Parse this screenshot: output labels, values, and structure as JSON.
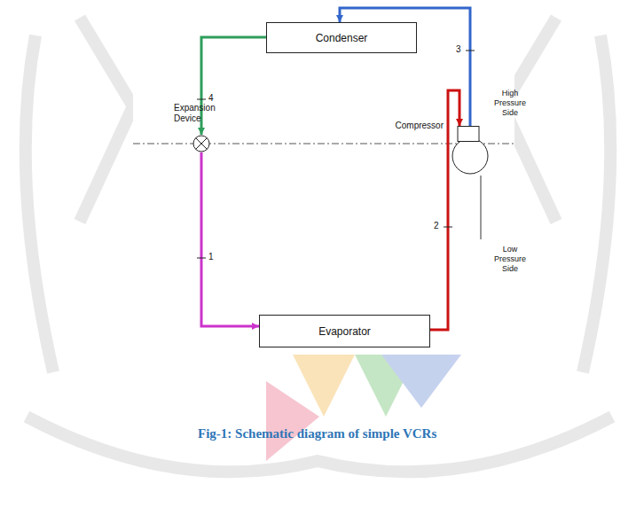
{
  "diagram": {
    "caption": "Fig-1: Schematic diagram of simple VCRs",
    "nodes": [
      {
        "text": [
          "Condenser"
        ]
      },
      {
        "text": [
          "Expansion Device"
        ]
      },
      {
        "text": [
          "Compressor"
        ]
      },
      {
        "text": [
          "Evaporator"
        ]
      }
    ],
    "edges": [
      {
        "from": 0,
        "to": 1,
        "arrow": "to",
        "label": "4"
      },
      {
        "from": 1,
        "to": 3,
        "arrow": "to",
        "label": "1"
      },
      {
        "from": 3,
        "to": 2,
        "arrow": "to",
        "label": "2"
      },
      {
        "from": 2,
        "to": 0,
        "arrow": "to",
        "label": "3"
      }
    ],
    "labels": [
      "High Pressure Side",
      "Low Pressure Side"
    ]
  }
}
